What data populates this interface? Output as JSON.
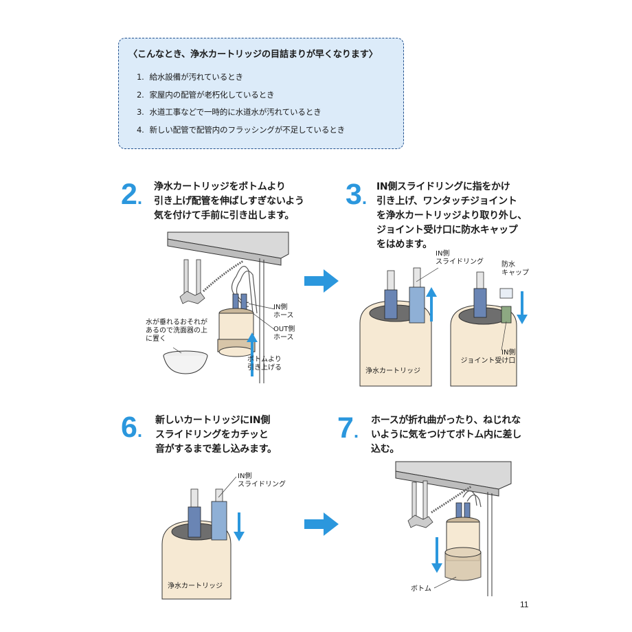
{
  "notice": {
    "title": "〈こんなとき、浄水カートリッジの目詰まりが早くなります〉",
    "items": [
      {
        "num": "1.",
        "text": "給水設備が汚れているとき"
      },
      {
        "num": "2.",
        "text": "家屋内の配管が老朽化しているとき"
      },
      {
        "num": "3.",
        "text": "水道工事などで一時的に水道水が汚れているとき"
      },
      {
        "num": "4.",
        "text": "新しい配管で配管内のフラッシングが不足しているとき"
      }
    ]
  },
  "steps": {
    "s2": {
      "number": "2",
      "dot": ".",
      "lines": [
        "浄水カートリッジをボトムより",
        "引き上げ配管を伸ばしすぎないよう",
        "気を付けて手前に引き出します。"
      ],
      "labels": {
        "basin_note": [
          "水が垂れるおそれが",
          "あるので洗面器の上",
          "に置く"
        ],
        "in_hose": [
          "IN側",
          "ホース"
        ],
        "out_hose": [
          "OUT側",
          "ホース"
        ],
        "pull_up": [
          "ボトムより",
          "引き上げる"
        ]
      }
    },
    "s3": {
      "number": "3",
      "dot": ".",
      "lines": [
        "IN側スライドリングに指をかけ",
        "引き上げ、ワンタッチジョイント",
        "を浄水カートリッジより取り外し、",
        "ジョイント受け口に防水キャップ",
        "をはめます。"
      ],
      "labels": {
        "in_slide_ring": [
          "IN側",
          "スライドリング"
        ],
        "waterproof_cap": [
          "防水",
          "キャップ"
        ],
        "joint_port": [
          "IN側",
          "ジョイント受け口"
        ],
        "cartridge": "浄水カートリッジ"
      }
    },
    "s6": {
      "number": "6",
      "dot": ".",
      "lines": [
        "新しいカートリッジにIN側",
        "スライドリングをカチッと",
        "音がするまで差し込みます。"
      ],
      "labels": {
        "in_slide_ring": [
          "IN側",
          "スライドリング"
        ],
        "cartridge": "浄水カートリッジ"
      }
    },
    "s7": {
      "number": "7",
      "dot": ".",
      "lines": [
        "ホースが折れ曲がったり、ねじれな",
        "いように気をつけてボトム内に差し",
        "込む。"
      ],
      "labels": {
        "bottom": "ボトム"
      }
    }
  },
  "colors": {
    "accent": "#2b97dd",
    "notice_bg": "#dcebf9",
    "notice_border": "#1f4e8c",
    "cartridge": "#f6e9d3"
  },
  "page_number": "11"
}
